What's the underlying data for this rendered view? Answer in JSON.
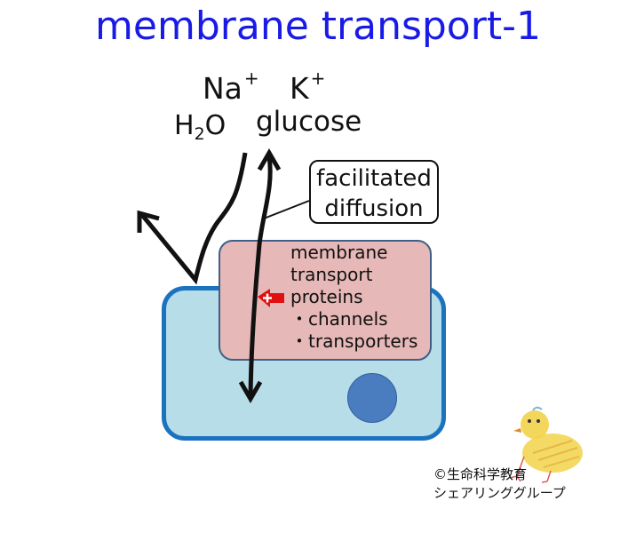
{
  "title": "membrane transport-1",
  "molecules": {
    "na": "Na",
    "na_charge": "+",
    "k": "K",
    "k_charge": "+",
    "h2o_h": "H",
    "h2o_sub": "2",
    "h2o_o": "O",
    "glucose": "glucose"
  },
  "callout": {
    "line1": "facilitated",
    "line2": "diffusion"
  },
  "proteins": {
    "line1": "membrane",
    "line2": "transport",
    "line3": "proteins",
    "item1": "・channels",
    "item2": "・transporters"
  },
  "credit": {
    "line1": "©生命科学教育",
    "line2": "シェアリンググループ"
  },
  "colors": {
    "title": "#1a1ae6",
    "cell_fill": "#b7dde8",
    "cell_border": "#1b73c0",
    "protein_fill": "#e6b8b7",
    "nucleus": "#4a7cc0",
    "plus_marker": "#e01010"
  }
}
